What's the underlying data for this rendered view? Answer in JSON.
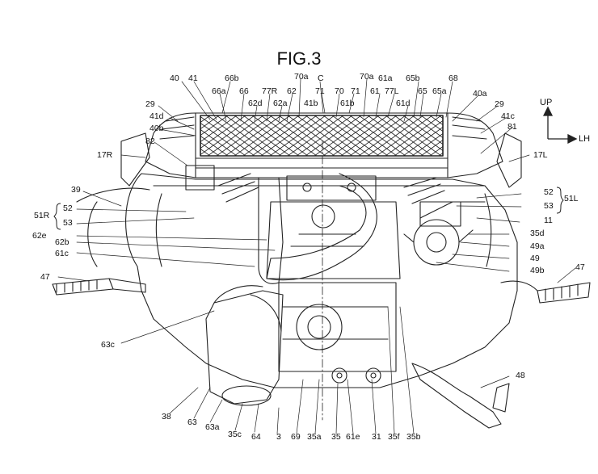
{
  "figure": {
    "title": "FIG.3",
    "axes": {
      "up": "UP",
      "lateral": "LH"
    },
    "labels": {
      "l40": "40",
      "l41": "41",
      "l66b": "66b",
      "l66a": "66a",
      "l66": "66",
      "l62d": "62d",
      "l77R": "77R",
      "l62": "62",
      "l62a": "62a",
      "l70a_1": "70a",
      "lC": "C",
      "l71_1": "71",
      "l70": "70",
      "l70a_2": "70a",
      "l41b": "41b",
      "l61b": "61b",
      "l71_2": "71",
      "l61": "61",
      "l61a": "61a",
      "l77L": "77L",
      "l65b": "65b",
      "l65": "65",
      "l65a": "65a",
      "l68": "68",
      "l61d": "61d",
      "l40a": "40a",
      "l29_r": "29",
      "l29_l": "29",
      "l41c": "41c",
      "l41d": "41d",
      "l40b": "40b",
      "l81": "81",
      "l82": "82",
      "l17R": "17R",
      "l17L": "17L",
      "l39": "39",
      "l52_l": "52",
      "l51R": "51R",
      "l53_l": "53",
      "l52_r": "52",
      "l51L": "51L",
      "l53_r": "53",
      "l11": "11",
      "l62e": "62e",
      "l35d": "35d",
      "l62b": "62b",
      "l49a": "49a",
      "l61c": "61c",
      "l49": "49",
      "l49b": "49b",
      "l47_l": "47",
      "l47_r": "47",
      "l63c": "63c",
      "l48": "48",
      "l38": "38",
      "l63": "63",
      "l63a": "63a",
      "l35c": "35c",
      "l64": "64",
      "l3": "3",
      "l69": "69",
      "l35a": "35a",
      "l35": "35",
      "l61e": "61e",
      "l31": "31",
      "l35f": "35f",
      "l35b": "35b"
    }
  }
}
